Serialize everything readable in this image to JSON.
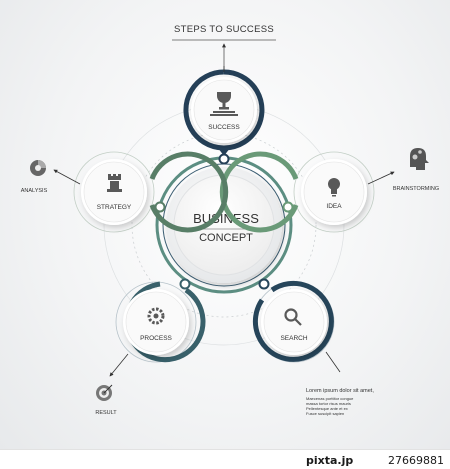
{
  "title": "STEPS TO SUCCESS",
  "center": {
    "line1": "BUSINESS",
    "line2": "CONCEPT"
  },
  "steps": [
    {
      "label": "SUCCESS",
      "icon": "trophy-icon",
      "color": "#243f57"
    },
    {
      "label": "IDEA",
      "icon": "lightbulb-icon",
      "color": "#6a9a78"
    },
    {
      "label": "SEARCH",
      "icon": "magnifier-icon",
      "color": "#26455a"
    },
    {
      "label": "PROCESS",
      "icon": "gear-icon",
      "color": "#38606a"
    },
    {
      "label": "STRATEGY",
      "icon": "chess-rook-icon",
      "color": "#587e67"
    }
  ],
  "outer_labels": {
    "analysis": "ANALYSIS",
    "brainstorming": "BRAINSTORMING",
    "result": "RESULT"
  },
  "note": {
    "heading": "Lorem ipsum dolor sit amet,",
    "lines": [
      "Maecenas porttitor congue",
      "massa tortor risus mauris",
      "Pellentesque ante et ex",
      "Fusce suscipit sapien"
    ]
  },
  "watermark": {
    "brand": "pixta.jp",
    "id": "27669881"
  }
}
